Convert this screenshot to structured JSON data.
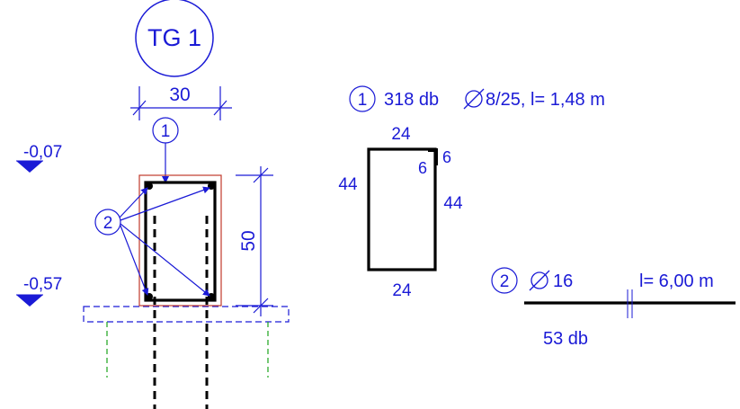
{
  "title": "TG 1",
  "colors": {
    "annotation": "#1a1ad6",
    "rebar": "#000000",
    "outline": "#c0392b",
    "pile_hidden": "#1aa31a"
  },
  "section": {
    "width_dim": "30",
    "height_dim": "50",
    "marker_1": "1",
    "marker_2": "2",
    "level_top": "-0,07",
    "level_bottom": "-0,57"
  },
  "stirrup": {
    "marker": "1",
    "spec_count": "318 db",
    "spec_bar": "8/25, l= 1,48 m",
    "dim_top": "24",
    "dim_bottom": "24",
    "dim_left": "44",
    "dim_right": "44",
    "hook_a": "6",
    "hook_b": "6"
  },
  "bar": {
    "marker": "2",
    "diameter": "16",
    "length": "l= 6,00 m",
    "count": "53 db"
  }
}
